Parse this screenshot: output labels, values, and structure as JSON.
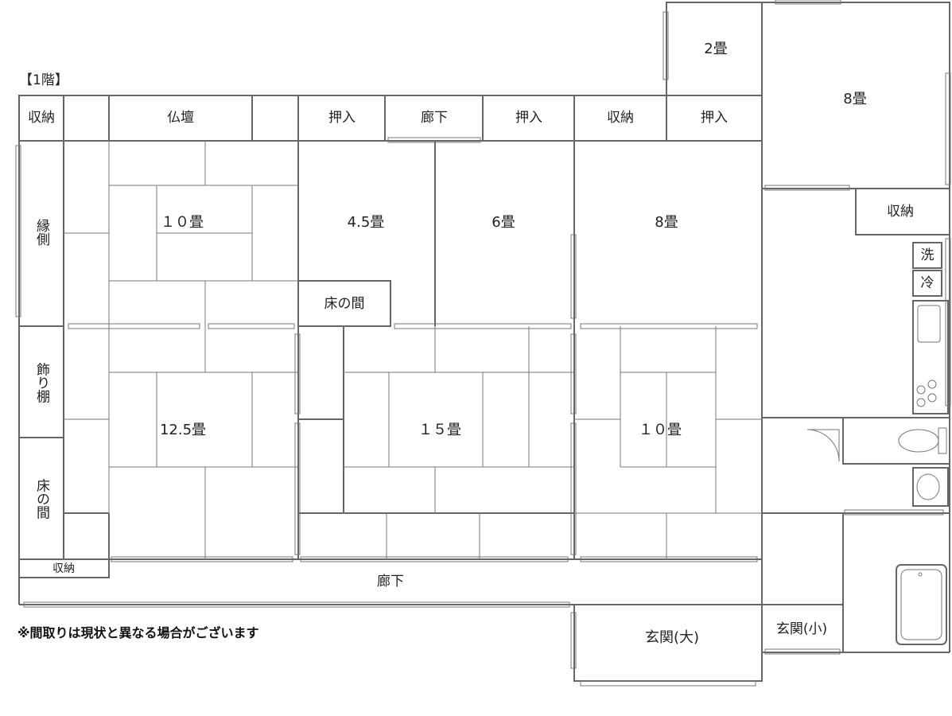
{
  "floor_label": "【1階】",
  "note": "※間取りは現状と異なる場合がございます",
  "rooms": {
    "shuno_tl": "収納",
    "butsudan": "仏壇",
    "oshiire1": "押入",
    "roka_top": "廊下",
    "oshiire2": "押入",
    "shuno_top": "収納",
    "oshiire3": "押入",
    "jo2": "2畳",
    "jo8_ne": "8畳",
    "engawa": "縁側",
    "jo10_top": "１０畳",
    "jo45": "4.5畳",
    "jo6": "6畳",
    "jo8_mid": "8畳",
    "shuno_right": "収納",
    "sen": "洗",
    "rei": "冷",
    "tokonoma_mid": "床の間",
    "kazaridana": "飾り棚",
    "jo125": "12.5畳",
    "jo15": "１５畳",
    "jo10_bottom": "１０畳",
    "tokonoma_left": "床の間",
    "shuno_bl": "収納",
    "roka_bottom": "廊下",
    "genkan_small": "玄関(小)",
    "genkan_large": "玄関(大)"
  }
}
